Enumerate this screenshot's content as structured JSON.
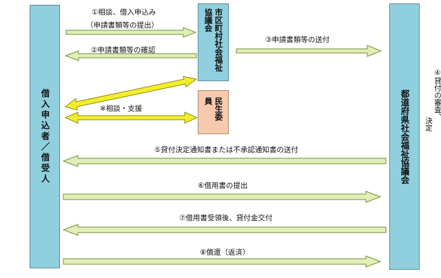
{
  "colors": {
    "box_blue": "#90cfde",
    "box_pink": "#f7c9ad",
    "arrow_green": "#e2eeb7",
    "arrow_green_edge": "#6f8f35",
    "arrow_yellow": "#f2ee2a",
    "arrow_yellow_edge": "#8a8a10"
  },
  "nodes": {
    "borrower": "借入申込者／借受人",
    "municipal": "市区町村社会福祉協議会",
    "minsei": "民生委員",
    "prefecture": "都道府県社会福祉協議会"
  },
  "steps": {
    "s1_line1": "①相談、借入申込み",
    "s1_line2": "（申請書類等の提出）",
    "s2": "②申請書類等の確認",
    "s3": "③申請書類等の送付",
    "s4_line1": "④貸付の審査、",
    "s4_line2": "決定",
    "support": "※相談・支援",
    "s5": "⑤貸付決定通知書または不承認通知書の送付",
    "s6": "⑥借用書の提出",
    "s7": "⑦借用書受領後、貸付金交付",
    "s8": "⑧償還（返済）"
  }
}
